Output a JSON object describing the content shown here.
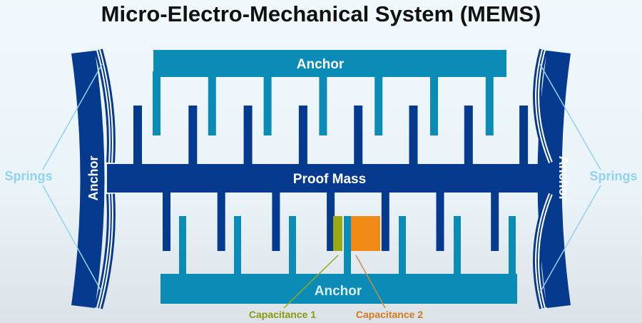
{
  "title": "Micro-Electro-Mechanical System (MEMS)",
  "labels": {
    "top_anchor": "Anchor",
    "bottom_anchor": "Anchor",
    "left_anchor": "Anchor",
    "right_anchor": "Anchor",
    "proof_mass": "Proof Mass",
    "springs_left": "Springs",
    "springs_right": "Springs",
    "capacitance_1": "Capacitance 1",
    "capacitance_2": "Capacitance 2"
  },
  "colors": {
    "anchor": "#0a8cb6",
    "proof_mass": "#063a8e",
    "springs_label": "#8fd3ef",
    "capacitance_1": "#9aaa12",
    "capacitance_2": "#ef8a16"
  }
}
